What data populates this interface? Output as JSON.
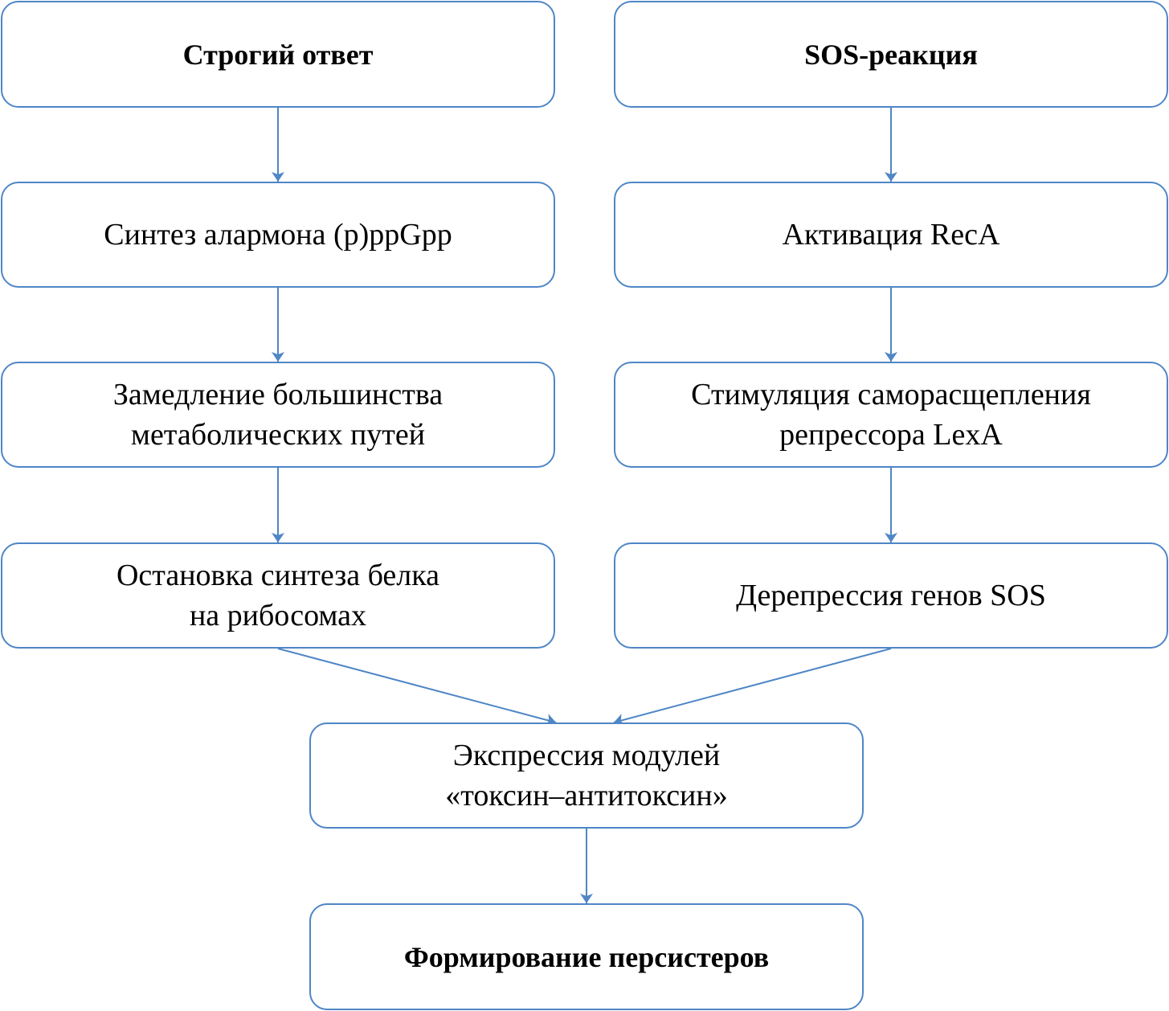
{
  "diagram": {
    "title": "Persister formation pathways",
    "colors": {
      "border": "#4f86c6",
      "arrow": "#4f86c6",
      "text": "#000000",
      "background": "#ffffff"
    },
    "left_column": [
      {
        "id": "stringent",
        "lines": [
          "Строгий ответ"
        ],
        "bold": true
      },
      {
        "id": "alarmone",
        "lines": [
          "Синтез алармона (p)ppGpp"
        ]
      },
      {
        "id": "slowdown",
        "lines": [
          "Замедление большинства",
          "метаболических путей"
        ]
      },
      {
        "id": "protein_stop",
        "lines": [
          "Остановка синтеза белка",
          "на рибосомах"
        ]
      }
    ],
    "right_column": [
      {
        "id": "sos",
        "lines": [
          "SOS-реакция"
        ],
        "bold": true
      },
      {
        "id": "reca",
        "lines": [
          "Активация RecA"
        ]
      },
      {
        "id": "lexa",
        "lines": [
          "Стимуляция саморасщепления",
          "репрессора LexA"
        ]
      },
      {
        "id": "derepression",
        "lines": [
          "Дерепрессия генов SOS"
        ]
      }
    ],
    "center_column": [
      {
        "id": "ta_expression",
        "lines": [
          "Экспрессия модулей",
          "«токсин–антитоксин»"
        ]
      },
      {
        "id": "persisters",
        "lines": [
          "Формирование персистеров"
        ],
        "bold": true
      }
    ],
    "edges": [
      {
        "from": "stringent",
        "to": "alarmone"
      },
      {
        "from": "alarmone",
        "to": "slowdown"
      },
      {
        "from": "slowdown",
        "to": "protein_stop"
      },
      {
        "from": "sos",
        "to": "reca"
      },
      {
        "from": "reca",
        "to": "lexa"
      },
      {
        "from": "lexa",
        "to": "derepression"
      },
      {
        "from": "protein_stop",
        "to": "ta_expression"
      },
      {
        "from": "derepression",
        "to": "ta_expression"
      },
      {
        "from": "ta_expression",
        "to": "persisters"
      }
    ]
  }
}
